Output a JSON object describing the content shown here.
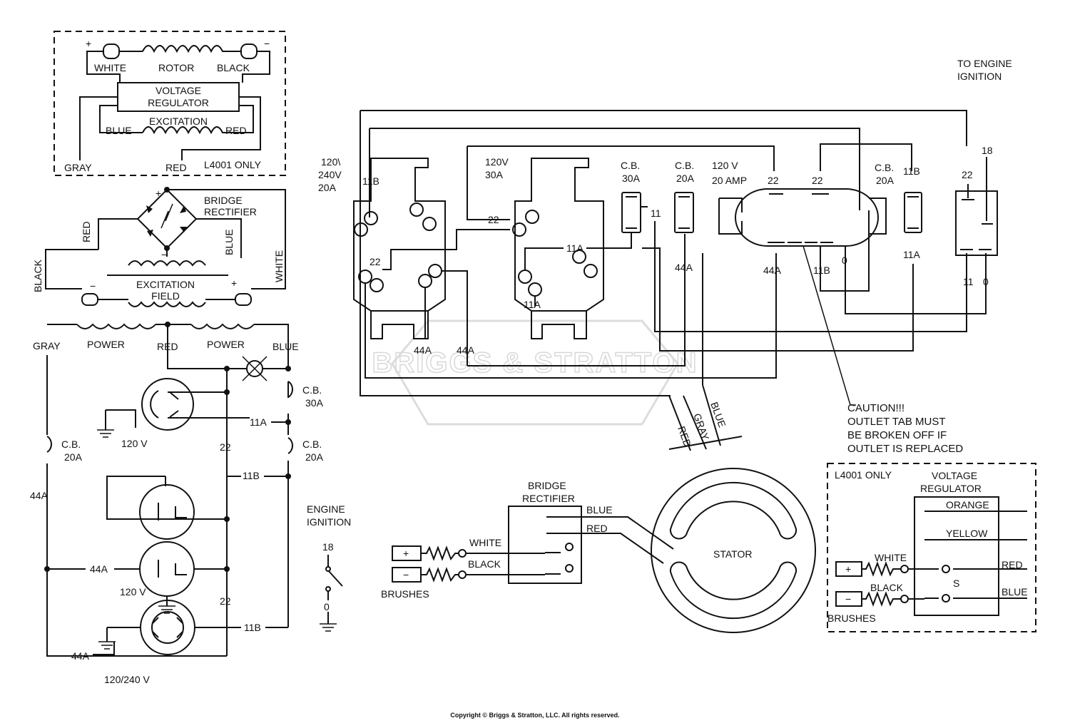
{
  "watermark": "BRIGGS & STRATTON",
  "copyright": "Copyright © Briggs & Stratton, LLC. All rights reserved.",
  "labels": {
    "plus": "+",
    "minus": "−",
    "white": "WHITE",
    "black": "BLACK",
    "rotor": "ROTOR",
    "voltage": "VOLTAGE",
    "regulator": "REGULATOR",
    "excitation": "EXCITATION",
    "blue": "BLUE",
    "red": "RED",
    "gray": "GRAY",
    "l4001_only": "L4001 ONLY",
    "bridge": "BRIDGE",
    "rectifier": "RECTIFIER",
    "field": "FIELD",
    "power": "POWER",
    "cb": "C.B.",
    "a30": "30A",
    "a20": "20A",
    "w11a": "11A",
    "w11b": "11B",
    "w22": "22",
    "w44a": "44A",
    "w18": "18",
    "w0": "0",
    "w11": "11",
    "v120": "120 V",
    "v120_240": "120/240 V",
    "engine": "ENGINE",
    "ignition": "IGNITION",
    "to_engine": "TO ENGINE",
    "v120_slash": "120\\",
    "v240": "240V",
    "v120v": "120V",
    "amp20": "20 AMP",
    "caution": "CAUTION!!!",
    "caution_l2": "OUTLET TAB MUST",
    "caution_l3": "BE BROKEN OFF IF",
    "caution_l4": "OUTLET IS REPLACED",
    "stator": "STATOR",
    "brushes": "BRUSHES",
    "orange": "ORANGE",
    "yellow": "YELLOW",
    "s": "S"
  }
}
